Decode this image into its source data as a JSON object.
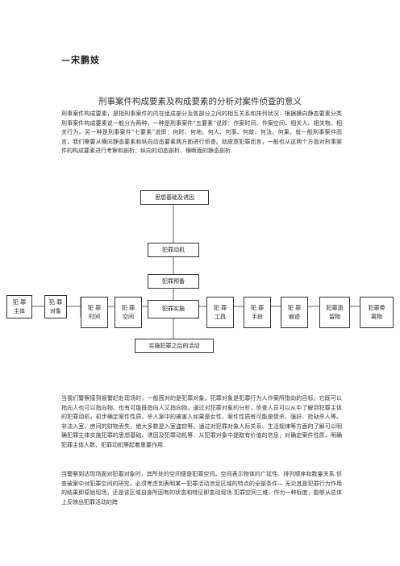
{
  "author": "—宋鹏妓",
  "title": "刑事案件构成要素及构成要素的分析对案件侦查的意义",
  "paragraphs": {
    "p1": "刑事案件构成要素，是指刑事案件的内在组成部分及各部分之间的相互关系和排列状况．根据横向静态要素分类刑事案件构成要素说一般分为两种，一种是刑事案件“五要素”说即：作案时间、作案空间、相关人、相关物、相关行为。另一种是刑事案件“七要素”说即：何时、何地、何人、何事、何故、何法、何果。就一般刑事案件而言，我们需要从横向静态要素和纵向动态要素两方面进行侦查。就故意犯罪而言，一般也从这两个方面对刑事案件的构成要素进行考察和剖析：纵向的动态剖析、横断面的静态剖析.",
    "p2": "当我们警察接到报警赶赴现场时，一般面对的是犯罪对象。犯罪对象是犯罪行为人作案所指向的目标。它既可以指向人也可以指向物。也有可能既指向人又指向物。通过对犯罪对象的分析，侦查人员可以从中了解到犯罪主体的犯罪动机，初步确定案件性质。杀人案中的被害人如果是女性，案件性质有可能是情杀、强奸、抢劫杀人等。非法入室，房间的财物丢失，绝大多数是入室盗窃等。通过对犯罪对象人际关系、生活规律等方面的了解可以明确犯罪主体实施犯罪的思想基础、诱因及犯罪动机等．从犯罪对象中提取有价值的信息，对确定案件性质、明确犯罪主体人数、犯罪动机等起着重要作用.",
    "p3": "当警察到达现场面对犯罪对象时，其所处的空间便是犯罪空间。空间表示物体的广延性、排列顺序和数量关系.侦查破案中对犯罪空间的研究，必须考虑到表明某一犯罪活动涉足区域的特点的全部条件— 无论其是犯罪行为作用的结果即原始现场，还是该区域自身所固有的状态和特征即变动现场.犯罪空间三维，作为一种标度，能够从总体上反映出犯罪活动的跨"
  },
  "diagram": {
    "top": [
      "思想基础及诱因",
      "犯罪动机",
      "犯罪预备"
    ],
    "center": "犯罪实施",
    "after": "实施犯罪之后的活动",
    "left": [
      "犯 罪\n主体",
      "犯 罪\n对象"
    ],
    "row_left": [
      "犯 罪\n时间",
      "犯 罪\n空间"
    ],
    "row_right": [
      "犯 罪\n工具",
      "犯 罪\n手段",
      "犯 罪\n痕迹",
      "犯罪遗\n留物",
      "犯罪带\n离物"
    ]
  }
}
